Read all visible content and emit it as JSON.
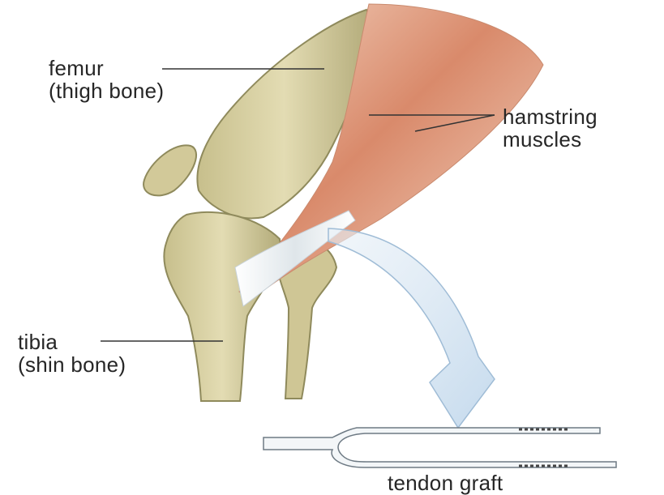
{
  "labels": {
    "femur": [
      "femur",
      "(thigh bone)"
    ],
    "hamstring": [
      "hamstring",
      "muscles"
    ],
    "tibia": [
      "tibia",
      "(shin bone)"
    ],
    "graft": "tendon graft"
  },
  "colors": {
    "bone": "#d8d0a4",
    "bone_shadow": "#8f8a5c",
    "muscle": "#d98a6b",
    "muscle_light": "#efc2ac",
    "tendon": "#e9eef2",
    "arrow": "#c9dced",
    "arrow_stroke": "#9fbcd6",
    "leader": "#333333"
  }
}
